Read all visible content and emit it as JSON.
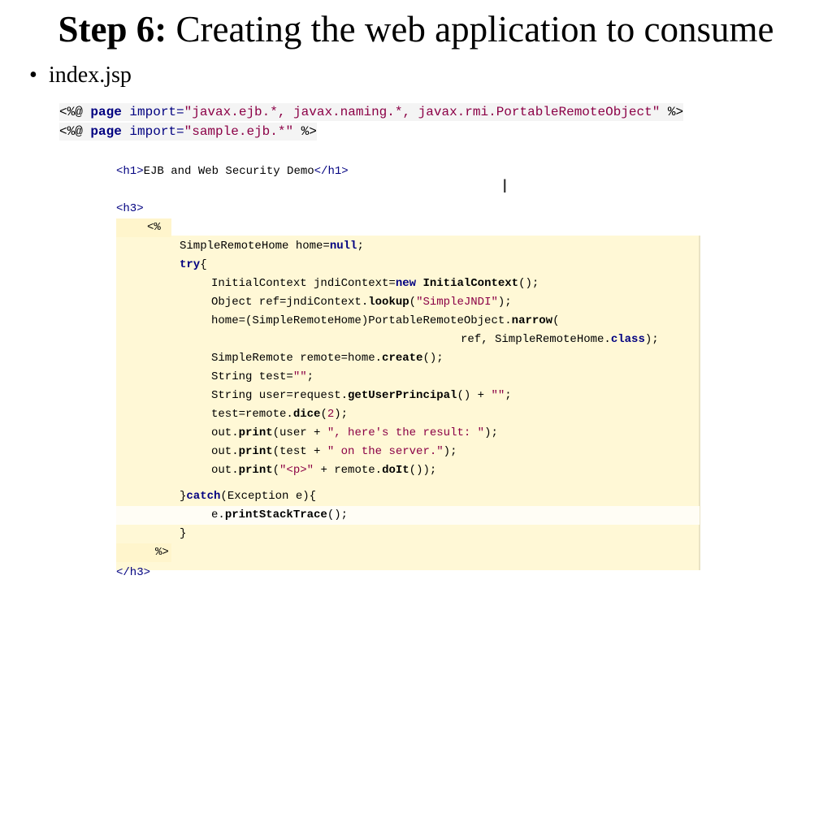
{
  "title": {
    "bold": "Step 6:",
    "rest": " Creating the web application to consume"
  },
  "bullet": {
    "mark": "•",
    "text": "index.jsp"
  },
  "directives": [
    {
      "open": "<%@ ",
      "kw": "page",
      "attr": " import=",
      "val": "\"javax.ejb.*, javax.naming.*, javax.rmi.PortableRemoteObject\"",
      "close": " %>"
    },
    {
      "open": "<%@ ",
      "kw": "page",
      "attr": " import=",
      "val": "\"sample.ejb.*\"",
      "close": " %>"
    }
  ],
  "code": {
    "h1": {
      "open": "<h1>",
      "text": "EJB and Web Security Demo",
      "close": "</h1>"
    },
    "h3_open": "<h3>",
    "scriptlet_open": "<%",
    "l1": {
      "a": "SimpleRemoteHome home=",
      "kw": "null",
      "b": ";"
    },
    "l2": {
      "kw": "try",
      "b": "{"
    },
    "l3": {
      "a": "InitialContext jndiContext=",
      "kw": "new",
      "sp": " ",
      "m": "InitialContext",
      "b": "();"
    },
    "l4": {
      "a": "Object ref=jndiContext.",
      "m": "lookup",
      "b": "(",
      "s": "\"SimpleJNDI\"",
      "c": ");"
    },
    "l5": {
      "a": "home=(SimpleRemoteHome)PortableRemoteObject.",
      "m": "narrow",
      "b": "("
    },
    "l6": {
      "a": "ref, SimpleRemoteHome.",
      "kw": "class",
      "b": ");"
    },
    "l7": {
      "a": "SimpleRemote remote=home.",
      "m": "create",
      "b": "();"
    },
    "l8": {
      "a": "String test=",
      "s": "\"\"",
      "b": ";"
    },
    "l9": {
      "a": "String user=request.",
      "m": "getUserPrincipal",
      "b": "() + ",
      "s": "\"\"",
      "c": ";"
    },
    "l10": {
      "a": "test=remote.",
      "m": "dice",
      "b": "(",
      "n": "2",
      "c": ");"
    },
    "l11": {
      "a": "out.",
      "m": "print",
      "b": "(user + ",
      "s": "\", here's the result: \"",
      "c": ");"
    },
    "l12": {
      "a": "out.",
      "m": "print",
      "b": "(test + ",
      "s": "\" on the server.\"",
      "c": ");"
    },
    "l13": {
      "a": "out.",
      "m": "print",
      "b": "(",
      "s": "\"<p>\"",
      "c": " + remote.",
      "m2": "doIt",
      "d": "());"
    },
    "l14": {
      "a": "}",
      "kw": "catch",
      "b": "(Exception e){"
    },
    "l15": {
      "a": "e.",
      "m": "printStackTrace",
      "b": "();"
    },
    "l16": {
      "a": "}"
    },
    "scriptlet_close": "%>",
    "h3_close": "</h3>"
  }
}
